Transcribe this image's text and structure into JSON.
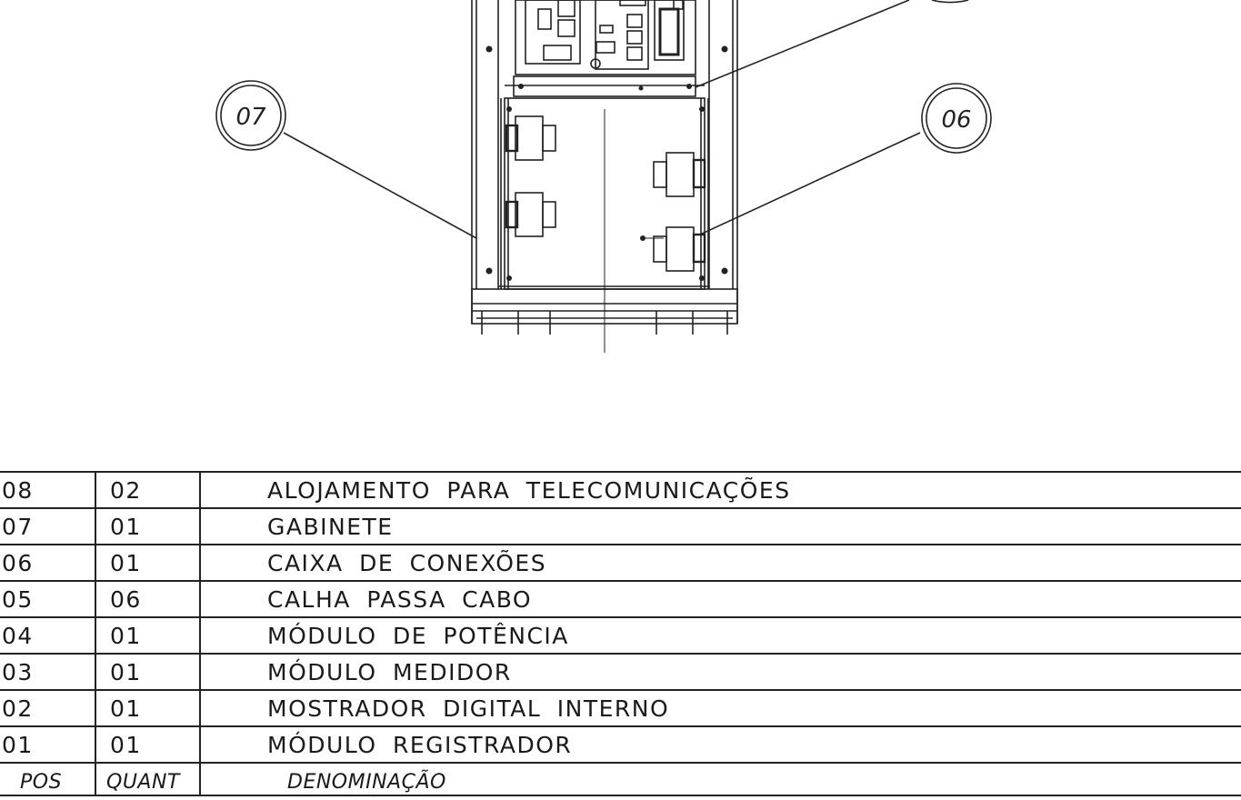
{
  "drawing": {
    "balloons": [
      {
        "id": "balloon-07",
        "label": "07"
      },
      {
        "id": "balloon-06",
        "label": "06"
      }
    ]
  },
  "parts_table": {
    "rows": [
      {
        "pos": "08",
        "quant": "02",
        "denominacao": "ALOJAMENTO PARA TELECOMUNICAÇÕES"
      },
      {
        "pos": "07",
        "quant": "01",
        "denominacao": "GABINETE"
      },
      {
        "pos": "06",
        "quant": "01",
        "denominacao": "CAIXA DE CONEXÕES"
      },
      {
        "pos": "05",
        "quant": "06",
        "denominacao": "CALHA PASSA CABO"
      },
      {
        "pos": "04",
        "quant": "01",
        "denominacao": "MÓDULO DE POTÊNCIA"
      },
      {
        "pos": "03",
        "quant": "01",
        "denominacao": "MÓDULO MEDIDOR"
      },
      {
        "pos": "02",
        "quant": "01",
        "denominacao": "MOSTRADOR DIGITAL INTERNO"
      },
      {
        "pos": "01",
        "quant": "01",
        "denominacao": "MÓDULO REGISTRADOR"
      }
    ],
    "header": {
      "pos": "POS",
      "quant": "QUANT",
      "denominacao": "DENOMINAÇÃO"
    }
  }
}
